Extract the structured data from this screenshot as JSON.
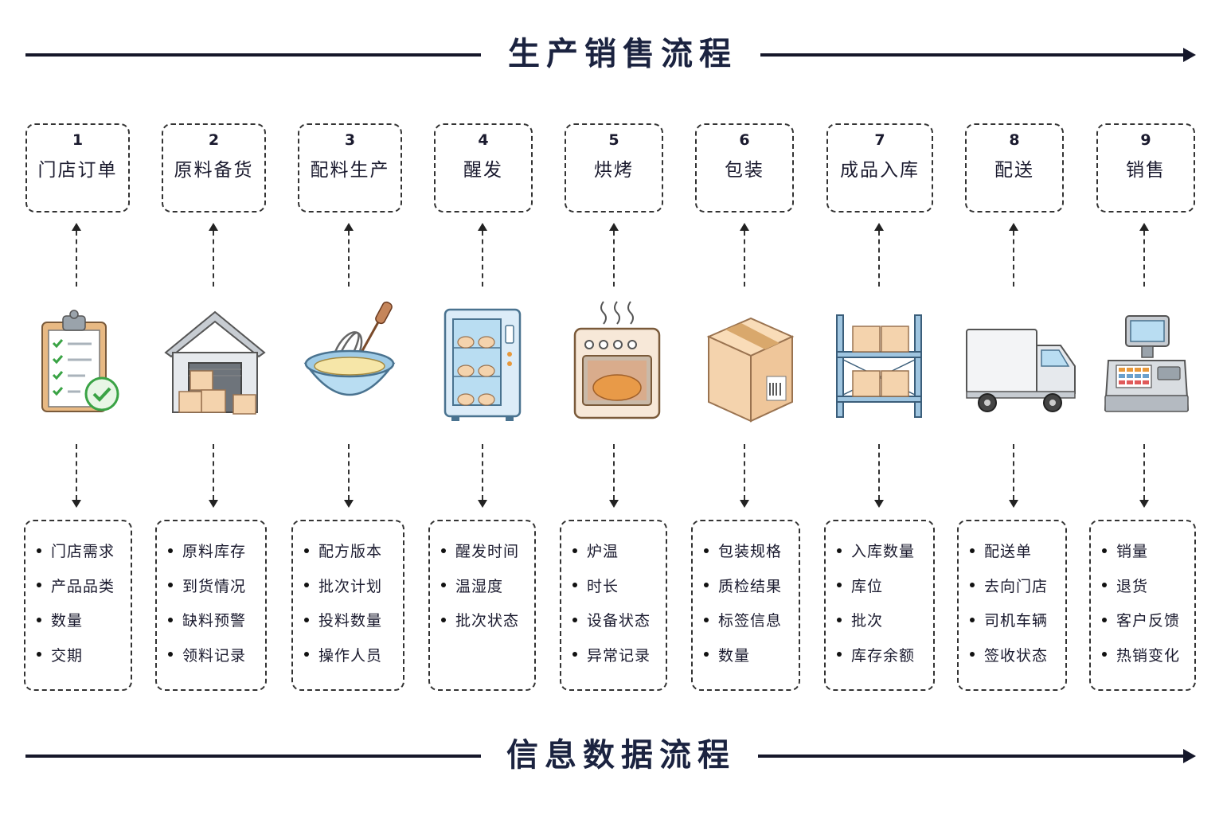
{
  "top_title": "生产销售流程",
  "bottom_title": "信息数据流程",
  "steps": [
    {
      "num": "1",
      "label": "门店订单",
      "icon": "clipboard-check-icon",
      "info": [
        "门店需求",
        "产品品类",
        "数量",
        "交期"
      ]
    },
    {
      "num": "2",
      "label": "原料备货",
      "icon": "warehouse-icon",
      "info": [
        "原料库存",
        "到货情况",
        "缺料预警",
        "领料记录"
      ]
    },
    {
      "num": "3",
      "label": "配料生产",
      "icon": "mixing-bowl-whisk-icon",
      "info": [
        "配方版本",
        "批次计划",
        "投料数量",
        "操作人员"
      ]
    },
    {
      "num": "4",
      "label": "醒发",
      "icon": "proofing-cabinet-icon",
      "info": [
        "醒发时间",
        "温湿度",
        "批次状态"
      ]
    },
    {
      "num": "5",
      "label": "烘烤",
      "icon": "oven-icon",
      "info": [
        "炉温",
        "时长",
        "设备状态",
        "异常记录"
      ]
    },
    {
      "num": "6",
      "label": "包装",
      "icon": "package-box-icon",
      "info": [
        "包装规格",
        "质检结果",
        "标签信息",
        "数量"
      ]
    },
    {
      "num": "7",
      "label": "成品入库",
      "icon": "storage-shelf-icon",
      "info": [
        "入库数量",
        "库位",
        "批次",
        "库存余额"
      ]
    },
    {
      "num": "8",
      "label": "配送",
      "icon": "delivery-truck-icon",
      "info": [
        "配送单",
        "去向门店",
        "司机车辆",
        "签收状态"
      ]
    },
    {
      "num": "9",
      "label": "销售",
      "icon": "cash-register-icon",
      "info": [
        "销量",
        "退货",
        "客户反馈",
        "热销变化"
      ]
    }
  ],
  "colors": {
    "line": "#15172a",
    "title": "#1b2340",
    "box_fill": "#f4d3ad",
    "blue": "#b9ddf2"
  }
}
